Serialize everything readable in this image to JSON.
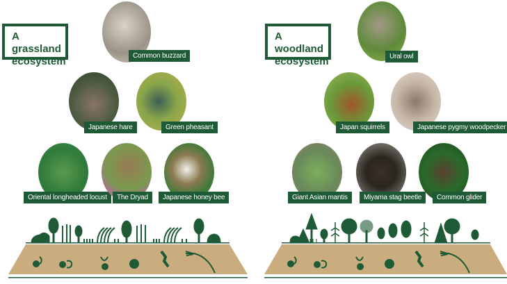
{
  "grassland": {
    "title": "A grassland ecosystem",
    "species": [
      "Common buzzard",
      "Japanese hare",
      "Green pheasant",
      "Oriental longheaded locust",
      "The Dryad",
      "Japanese honey bee"
    ]
  },
  "woodland": {
    "title": "A woodland ecosystem",
    "species": [
      "Ural owl",
      "Japan squirrels",
      "Japanese pygmy woodpecker",
      "Giant Asian mantis",
      "Miyama stag beetle",
      "Common glider"
    ]
  },
  "colors": {
    "green": "#1f5a36",
    "soil": "#c9ad7e"
  }
}
